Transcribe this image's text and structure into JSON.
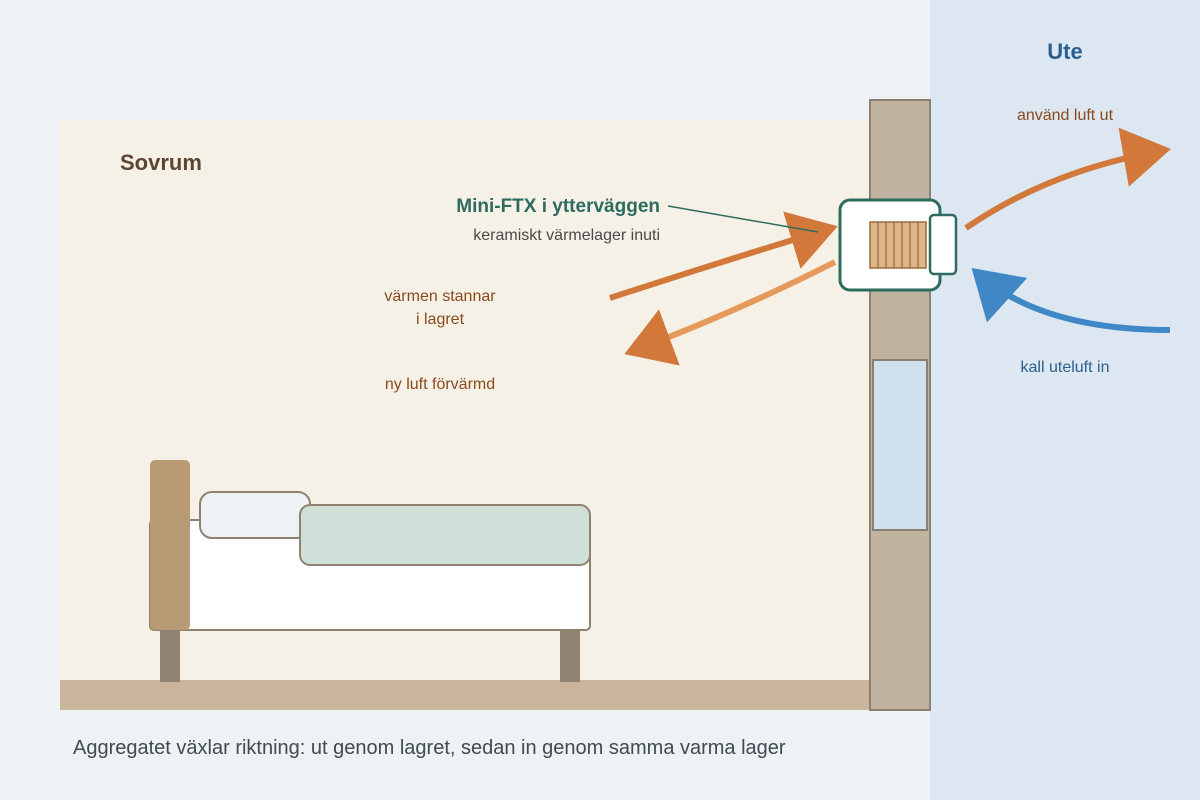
{
  "labels": {
    "outside": "Ute",
    "room": "Sovrum",
    "unit_title": "Mini-FTX i ytterväggen",
    "unit_subtitle": "keramiskt värmelager inuti",
    "heat_stays_line1": "värmen stannar",
    "heat_stays_line2": "i lagret",
    "preheated_air": "ny luft förvärmd",
    "exhaust_out": "använd luft ut",
    "cold_in": "kall uteluft in",
    "caption": "Aggregatet växlar riktning: ut genom lagret, sedan in genom samma varma lager"
  },
  "colors": {
    "page_bg": "#eef2f5",
    "outside_bg": "#dce7f1",
    "room_bg": "#f6f1e7",
    "floor": "#c8b59b",
    "wall": "#c0b3a0",
    "wall_stroke": "#8a7f71",
    "window_glass": "#cfe0ef",
    "unit_border": "#2e6b5f",
    "ceramic_fill": "#deb68a",
    "ceramic_stroke": "#9a6b3f",
    "warm_arrow": "#d2783a",
    "warm_arrow_light": "#e59a5c",
    "cold_arrow": "#3f88c5",
    "warm_text": "#8a4a1c",
    "cold_text": "#2a5f8f",
    "title_green": "#2e6b5f",
    "room_title": "#5a4632",
    "caption_text": "#3f4a52",
    "headboard": "#b89b74",
    "bed_leg": "#8f8270",
    "mattress": "#ffffff",
    "pillow": "#eef2f5",
    "duvet": "#cfe0d8",
    "bed_outline": "#8f8270"
  }
}
